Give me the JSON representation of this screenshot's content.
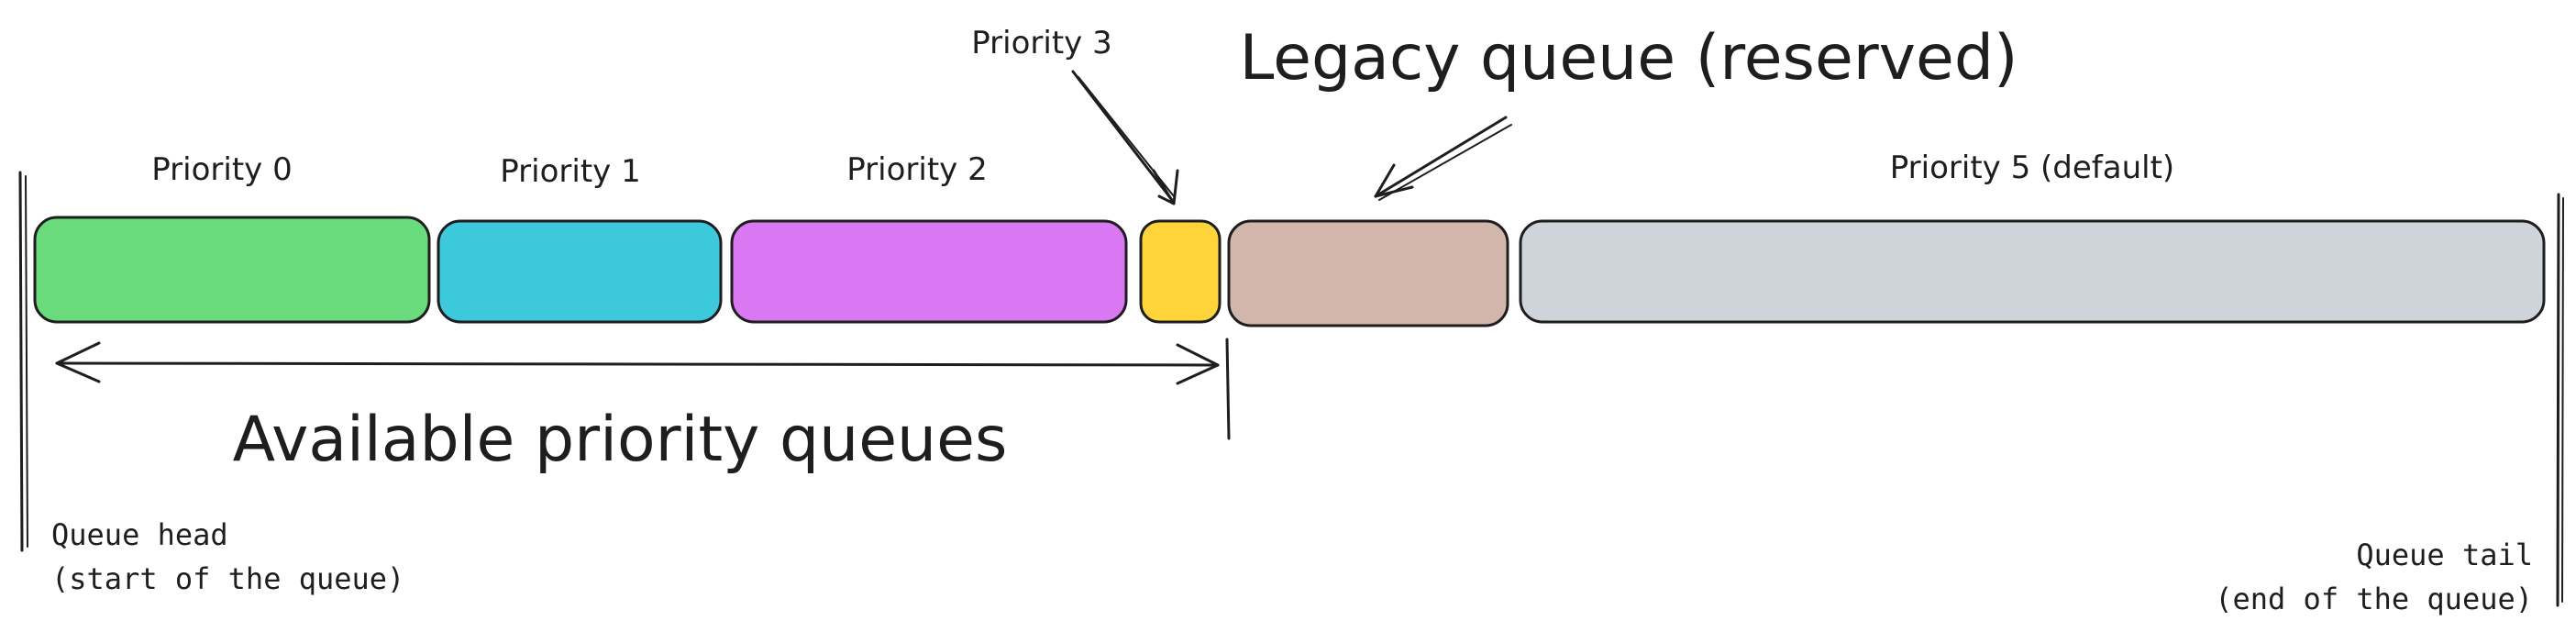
{
  "diagram": {
    "queues": [
      {
        "label": "Priority 0",
        "color": "#69db7c"
      },
      {
        "label": "Priority 1",
        "color": "#3bc9db"
      },
      {
        "label": "Priority 2",
        "color": "#da77f2"
      },
      {
        "label": "Priority 3",
        "color": "#ffd43b"
      },
      {
        "label": "",
        "color": "#d2b6ac"
      },
      {
        "label": "Priority 5 (default)",
        "color": "#ced4da"
      }
    ],
    "legacy_label": "Legacy queue (reserved)",
    "available_label": "Available priority queues",
    "head_label": {
      "line1": "Queue head",
      "line2": "(start of the queue)"
    },
    "tail_label": {
      "line1": "Queue tail",
      "line2": "(end of the queue)"
    }
  }
}
